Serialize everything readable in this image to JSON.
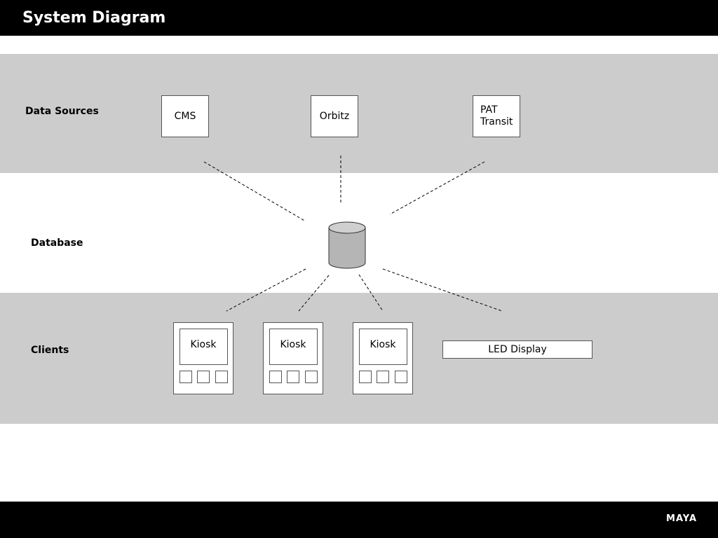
{
  "header": {
    "title": "System Diagram"
  },
  "rows": {
    "data_sources": "Data Sources",
    "database": "Database",
    "clients": "Clients"
  },
  "sources": [
    {
      "label": "CMS"
    },
    {
      "label": "Orbitz"
    },
    {
      "label": "PAT\nTransit"
    }
  ],
  "clients": {
    "kiosks": [
      {
        "label": "Kiosk"
      },
      {
        "label": "Kiosk"
      },
      {
        "label": "Kiosk"
      }
    ],
    "led_display": "LED Display"
  },
  "footer": {
    "logo": "MAYA"
  },
  "colors": {
    "bar": "#000000",
    "band": "#cccccc",
    "cylinder": "#b5b5b5"
  }
}
